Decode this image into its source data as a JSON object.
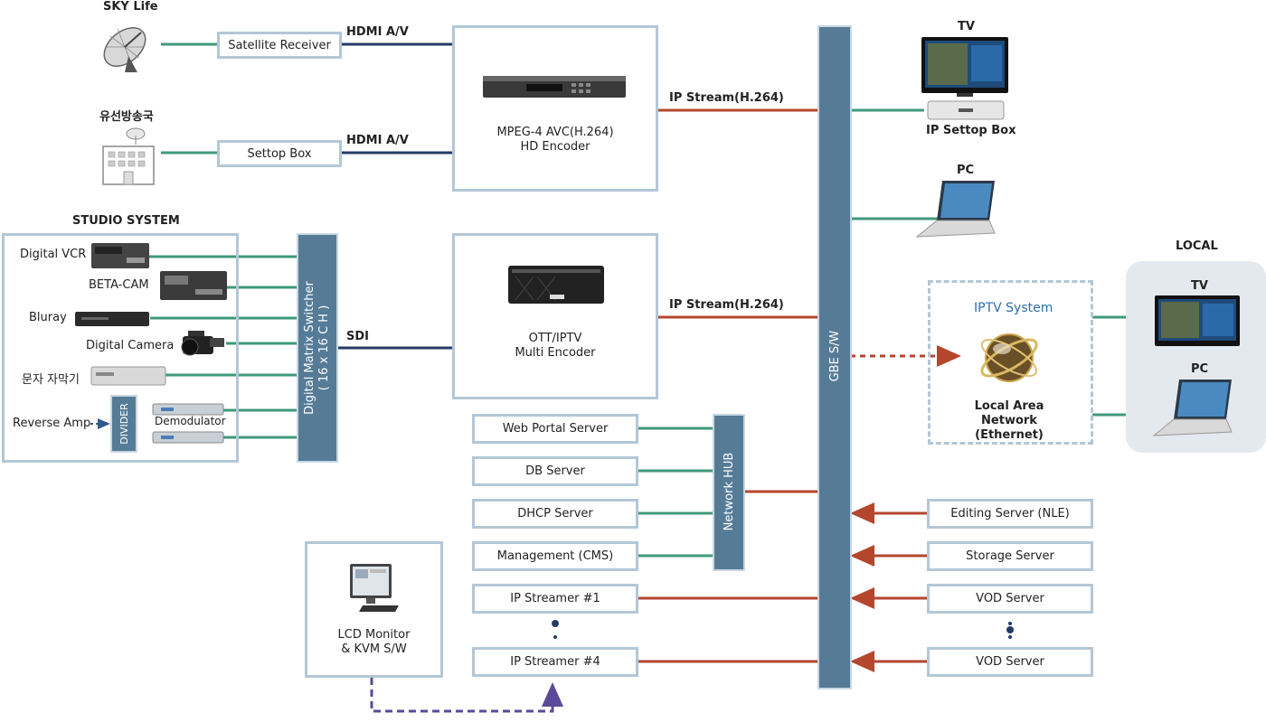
{
  "colors": {
    "green": "#3f9a7a",
    "navy": "#243b66",
    "rust": "#b5462e",
    "purple": "#5a4a9a",
    "bar": "#557b97",
    "boxBorder": "#b3c7d6"
  },
  "sources": {
    "sky": {
      "title": "SKY Life",
      "box": "Satellite Receiver",
      "link": "HDMI A/V"
    },
    "cable": {
      "title": "유선방송국",
      "box": "Settop Box",
      "link": "HDMI A/V"
    }
  },
  "encoders": {
    "mpeg": {
      "label": "MPEG-4 AVC(H.264)\nHD Encoder",
      "stream": "IP Stream(H.264)"
    },
    "ott": {
      "label": "OTT/IPTV\nMulti Encoder",
      "stream": "IP Stream(H.264)"
    }
  },
  "studio": {
    "title": "STUDIO SYSTEM",
    "devices": [
      "Digital VCR",
      "BETA-CAM",
      "Bluray",
      "Digital Camera",
      "문자 자막기"
    ],
    "reverse": "Reverse Amp",
    "divider": "DIVIDER",
    "demodulator": "Demodulator",
    "switcher": "Digital  Matrix  Switcher\n( 16 x 16 C H )",
    "sdi": "SDI"
  },
  "clients": {
    "tv": "TV",
    "settop": "IP Settop Box",
    "pc": "PC"
  },
  "gbe": "GBE S/W",
  "iptv": {
    "title": "IPTV System",
    "lan": "Local Area\nNetwork (Ethernet)"
  },
  "local": {
    "title": "LOCAL",
    "tv": "TV",
    "pc": "PC"
  },
  "servers": [
    "Web Portal Server",
    "DB Server",
    "DHCP Server",
    "Management (CMS)"
  ],
  "hub": "Network HUB",
  "streamers": [
    "IP Streamer #1",
    "IP Streamer #4"
  ],
  "kvm": "LCD Monitor\n& KVM S/W",
  "rightServers": [
    "Editing Server (NLE)",
    "Storage Server",
    "VOD Server",
    "VOD Server"
  ]
}
